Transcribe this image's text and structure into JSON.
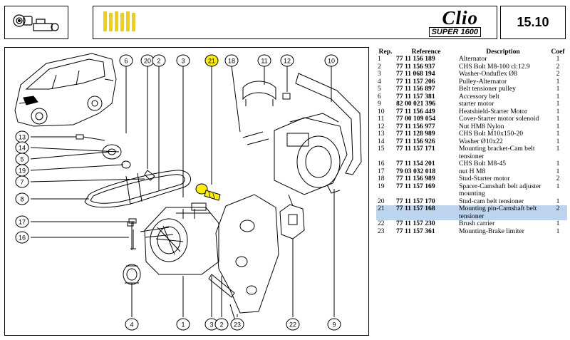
{
  "header": {
    "brand_name": "Clio",
    "brand_sub": "SUPER 1600",
    "page_number": "15.10",
    "accent_color": "#f5d000"
  },
  "table": {
    "headers": {
      "rep": "Rep.",
      "ref": "Reference",
      "desc": "Description",
      "coef": "Coef"
    },
    "rows": [
      {
        "rep": "1",
        "ref": "77 11 156 189",
        "desc": "Alternator",
        "coef": "1"
      },
      {
        "rep": "2",
        "ref": "77 11 156 937",
        "desc": "CHS Bolt M8-100 cl:12.9",
        "coef": "2"
      },
      {
        "rep": "3",
        "ref": "77 11 068 194",
        "desc": "Washer-Onduflex Ø8",
        "coef": "2"
      },
      {
        "rep": "4",
        "ref": "77 11 157 206",
        "desc": "Pulley-Alternator",
        "coef": "1"
      },
      {
        "rep": "5",
        "ref": "77 11 156 897",
        "desc": "Belt tensioner pulley",
        "coef": "1"
      },
      {
        "rep": "6",
        "ref": "77 11 157 381",
        "desc": "Accessory belt",
        "coef": "1"
      },
      {
        "rep": "9",
        "ref": "82 00 021 396",
        "desc": "starter motor",
        "coef": "1"
      },
      {
        "rep": "10",
        "ref": "77 11 156 449",
        "desc": "Heatshield-Starter Motor",
        "coef": "1"
      },
      {
        "rep": "11",
        "ref": "77 00 109 054",
        "desc": "Cover-Starter motor solenoid",
        "coef": "1"
      },
      {
        "rep": "12",
        "ref": "77 11 156 977",
        "desc": "Nut HM8 Nylon",
        "coef": "1"
      },
      {
        "rep": "13",
        "ref": "77 11 128 989",
        "desc": "CHS Bolt M10x150-20",
        "coef": "1"
      },
      {
        "rep": "14",
        "ref": "77 11 156 926",
        "desc": "Washer Ø10x22",
        "coef": "1"
      },
      {
        "rep": "15",
        "ref": "77 11 157 171",
        "desc": "Mounting bracket-Cam belt tensioner",
        "coef": "1"
      },
      {
        "rep": "16",
        "ref": "77 11 154 201",
        "desc": "CHS Bolt M8-45",
        "coef": "1"
      },
      {
        "rep": "17",
        "ref": "79 03 032 018",
        "desc": "nut H M8",
        "coef": "1"
      },
      {
        "rep": "18",
        "ref": "77 11 156 989",
        "desc": "Stud-Starter motor",
        "coef": "2"
      },
      {
        "rep": "19",
        "ref": "77 11 157 169",
        "desc": "Spacer-Camshaft belt adjuster mounting",
        "coef": "1"
      },
      {
        "rep": "20",
        "ref": "77 11 157 170",
        "desc": "Stud-cam belt tensioner",
        "coef": "1"
      },
      {
        "rep": "21",
        "ref": "77 11 157 168",
        "desc": "Mounting pin-Camshaft belt tensioner",
        "coef": "2",
        "selected": true
      },
      {
        "rep": "22",
        "ref": "77 11 157 230",
        "desc": "Brush carrier",
        "coef": "1"
      },
      {
        "rep": "23",
        "ref": "77 11 157 361",
        "desc": "Mounting-Brake limiter",
        "coef": "1"
      }
    ]
  },
  "diagram": {
    "highlight_color": "#ffee00",
    "callouts": [
      "6",
      "20",
      "2",
      "3",
      "21",
      "18",
      "11",
      "12",
      "10",
      "13",
      "14",
      "5",
      "19",
      "7",
      "8",
      "17",
      "16",
      "9",
      "22",
      "4",
      "1",
      "3",
      "2",
      "23"
    ]
  }
}
